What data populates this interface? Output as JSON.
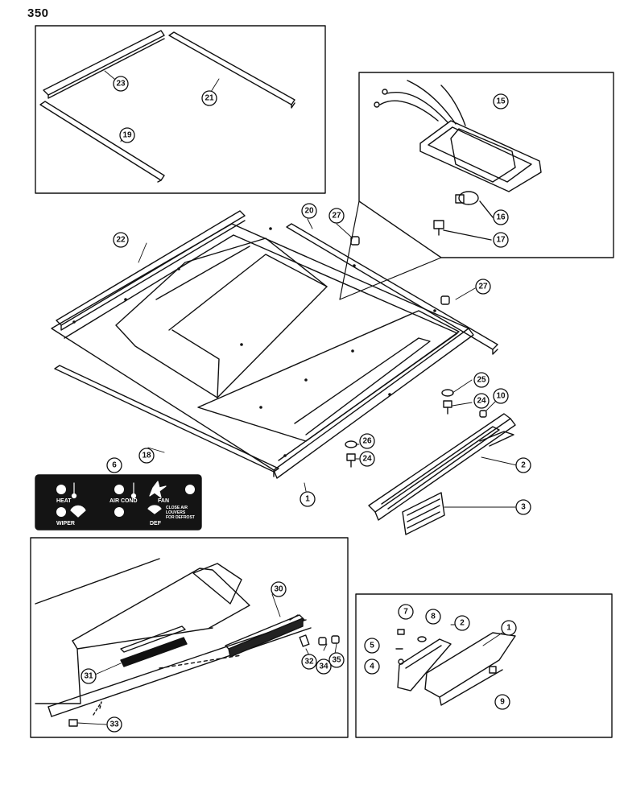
{
  "page_number": "350",
  "callouts": {
    "c1": "1",
    "c2": "2",
    "c3": "3",
    "c6": "6",
    "c10": "10",
    "c15": "15",
    "c16": "16",
    "c17": "17",
    "c18": "18",
    "c19": "19",
    "c20": "20",
    "c21": "21",
    "c22": "22",
    "c23": "23",
    "c24a": "24",
    "c24b": "24",
    "c25": "25",
    "c26": "26",
    "c27a": "27",
    "c27b": "27",
    "c30": "30",
    "c31": "31",
    "c32": "32",
    "c33": "33",
    "c34": "34",
    "c35": "35",
    "d1": "1",
    "d2": "2",
    "d4": "4",
    "d5": "5",
    "d7": "7",
    "d8": "8",
    "d9": "9"
  },
  "control_panel": {
    "heat": "HEAT",
    "air_cond": "AIR COND",
    "fan": "FAN",
    "wiper": "WIPER",
    "def": "DEF",
    "close_air_line1": "CLOSE AIR",
    "close_air_line2": "LOUVERS",
    "close_air_line3": "FOR DEFROST"
  }
}
